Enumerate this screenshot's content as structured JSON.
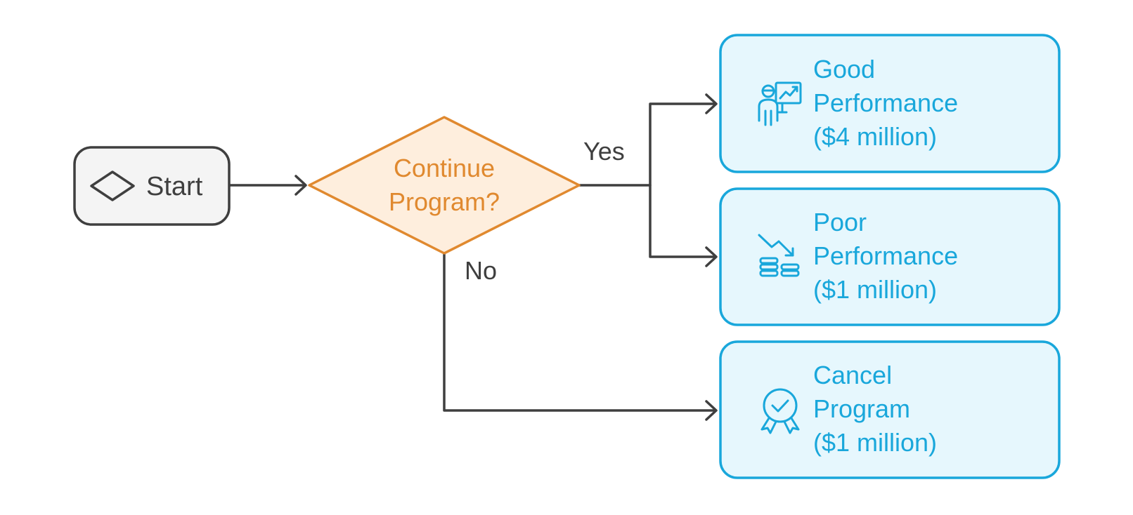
{
  "start": {
    "label": "Start",
    "icon": "diamond-icon"
  },
  "decision": {
    "lines": [
      "Continue",
      "Program?"
    ]
  },
  "edges": {
    "yes": "Yes",
    "no": "No"
  },
  "outcomes": [
    {
      "lines": [
        "Good",
        "Performance",
        "($4 million)"
      ],
      "icon": "presentation-growth-icon"
    },
    {
      "lines": [
        "Poor",
        "Performance",
        "($1 million)"
      ],
      "icon": "declining-money-icon"
    },
    {
      "lines": [
        "Cancel",
        "Program",
        "($1 million)"
      ],
      "icon": "award-badge-icon"
    }
  ],
  "colors": {
    "start_fill": "#f4f4f4",
    "start_stroke": "#3f3f3f",
    "decision_fill": "#feeedd",
    "decision_stroke": "#e0892f",
    "outcome_fill": "#e6f7fd",
    "outcome_stroke": "#19a7db",
    "connector": "#3f3f3f"
  }
}
